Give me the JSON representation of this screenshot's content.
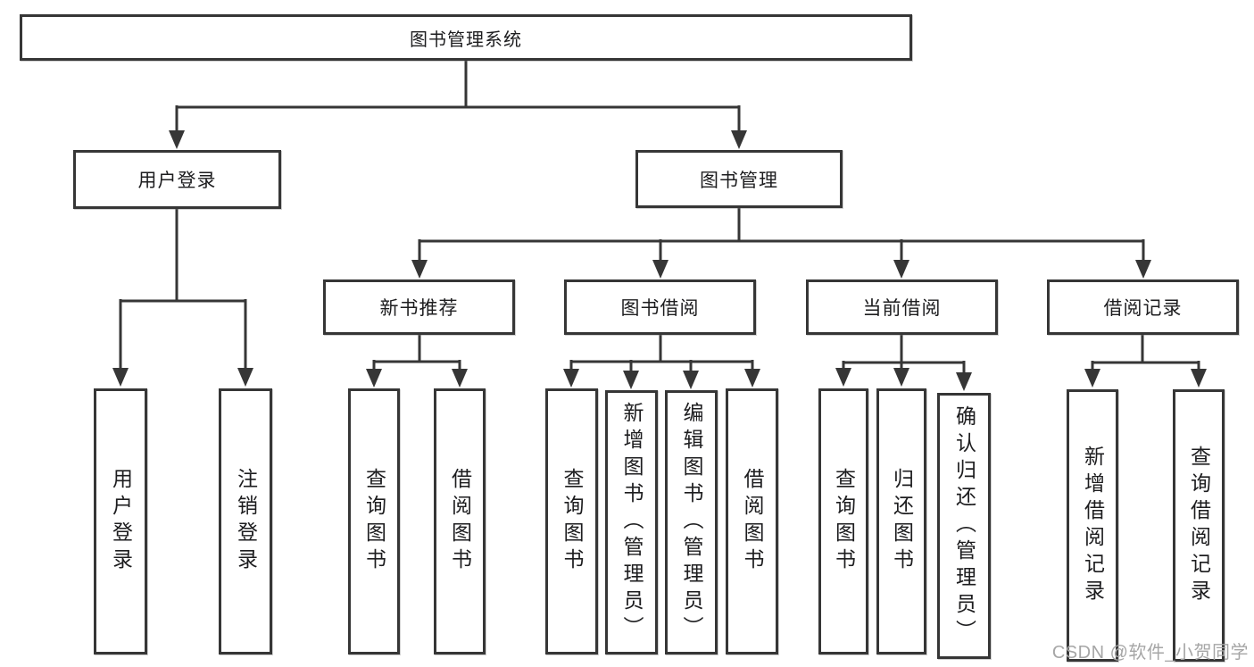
{
  "diagram": {
    "title": "图书管理系统",
    "tree": {
      "label": "图书管理系统",
      "children": [
        {
          "label": "用户登录",
          "children": [
            {
              "label": "用户登录"
            },
            {
              "label": "注销登录"
            }
          ]
        },
        {
          "label": "图书管理",
          "children": [
            {
              "label": "新书推荐",
              "children": [
                {
                  "label": "查询图书"
                },
                {
                  "label": "借阅图书"
                }
              ]
            },
            {
              "label": "图书借阅",
              "children": [
                {
                  "label": "查询图书"
                },
                {
                  "label": "新增图书（管理员）"
                },
                {
                  "label": "编辑图书（管理员）"
                },
                {
                  "label": "借阅图书"
                }
              ]
            },
            {
              "label": "当前借阅",
              "children": [
                {
                  "label": "查询图书"
                },
                {
                  "label": "归还图书"
                },
                {
                  "label": "确认归还（管理员）"
                }
              ]
            },
            {
              "label": "借阅记录",
              "children": [
                {
                  "label": "新增借阅记录"
                },
                {
                  "label": "查询借阅记录"
                }
              ]
            }
          ]
        }
      ]
    }
  },
  "watermark": {
    "text": "CSDN @软件_小贺同学"
  },
  "colors": {
    "line": "#363636",
    "box_border": "#363636",
    "text": "#1d1d1f",
    "watermark": "#a6a6a6",
    "background": "#ffffff"
  }
}
